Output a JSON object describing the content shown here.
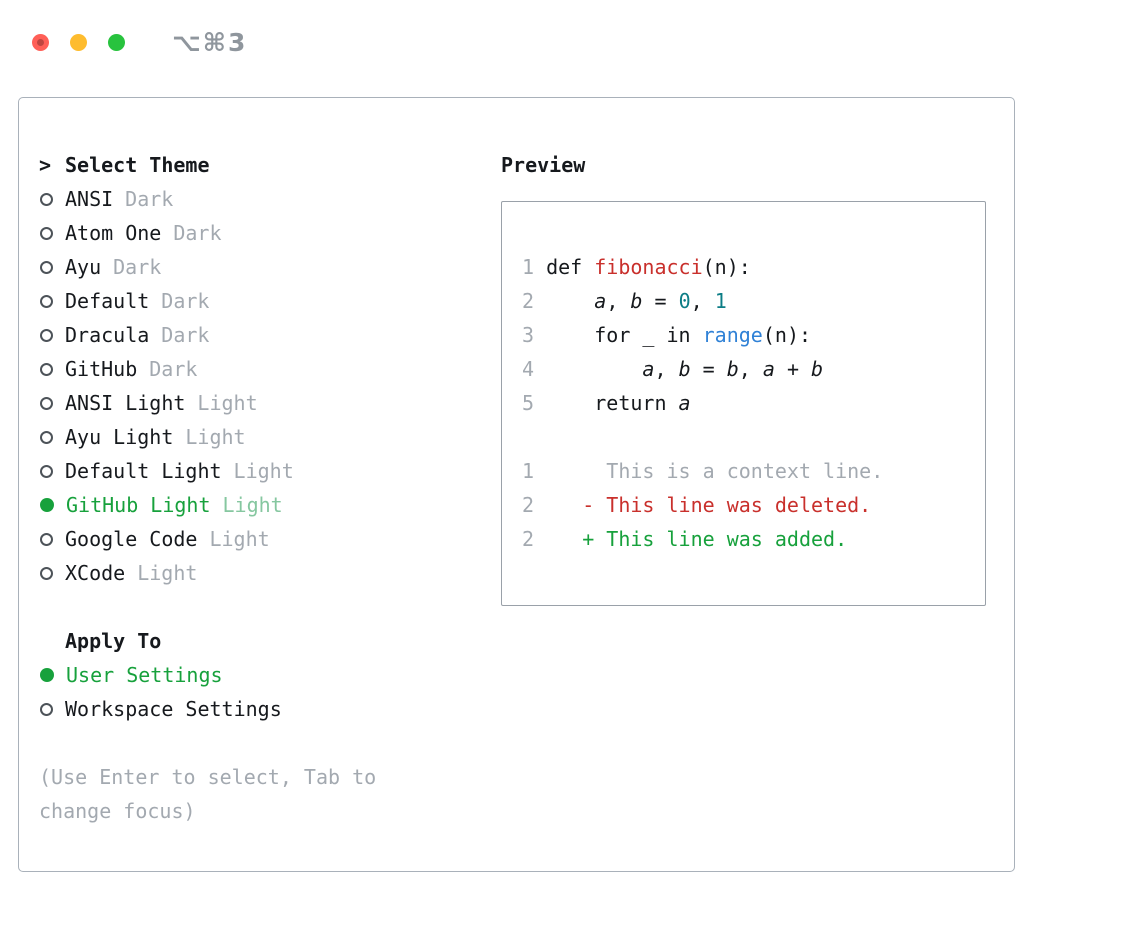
{
  "titlebar": {
    "shortcut": "⌥⌘3"
  },
  "theme_picker": {
    "title_prefix": ">",
    "title": "Select Theme",
    "items": [
      {
        "name": "ANSI",
        "variant": "Dark",
        "selected": false
      },
      {
        "name": "Atom One",
        "variant": "Dark",
        "selected": false
      },
      {
        "name": "Ayu",
        "variant": "Dark",
        "selected": false
      },
      {
        "name": "Default",
        "variant": "Dark",
        "selected": false
      },
      {
        "name": "Dracula",
        "variant": "Dark",
        "selected": false
      },
      {
        "name": "GitHub",
        "variant": "Dark",
        "selected": false
      },
      {
        "name": "ANSI Light",
        "variant": "Light",
        "selected": false
      },
      {
        "name": "Ayu Light",
        "variant": "Light",
        "selected": false
      },
      {
        "name": "Default Light",
        "variant": "Light",
        "selected": false
      },
      {
        "name": "GitHub Light",
        "variant": "Light",
        "selected": true
      },
      {
        "name": "Google Code",
        "variant": "Light",
        "selected": false
      },
      {
        "name": "XCode",
        "variant": "Light",
        "selected": false
      }
    ],
    "apply_to": {
      "title": "Apply To",
      "options": [
        {
          "label": "User Settings",
          "selected": true
        },
        {
          "label": "Workspace Settings",
          "selected": false
        }
      ]
    },
    "hint_lines": [
      "(Use Enter to select, Tab to",
      "change focus)"
    ]
  },
  "preview": {
    "title": "Preview",
    "code_lines": [
      {
        "tokens": [
          {
            "t": "1 ",
            "c": "gray"
          },
          {
            "t": "def ",
            "c": "text"
          },
          {
            "t": "fibonacci",
            "c": "red"
          },
          {
            "t": "(n):",
            "c": "text"
          }
        ]
      },
      {
        "tokens": [
          {
            "t": "2 ",
            "c": "gray"
          },
          {
            "t": "    ",
            "c": "text"
          },
          {
            "t": "a",
            "c": "var"
          },
          {
            "t": ", ",
            "c": "text"
          },
          {
            "t": "b",
            "c": "var"
          },
          {
            "t": " = ",
            "c": "text"
          },
          {
            "t": "0",
            "c": "teal"
          },
          {
            "t": ", ",
            "c": "text"
          },
          {
            "t": "1",
            "c": "teal"
          }
        ]
      },
      {
        "tokens": [
          {
            "t": "3 ",
            "c": "gray"
          },
          {
            "t": "    for _ in ",
            "c": "text"
          },
          {
            "t": "range",
            "c": "blue"
          },
          {
            "t": "(n):",
            "c": "text"
          }
        ]
      },
      {
        "tokens": [
          {
            "t": "4 ",
            "c": "gray"
          },
          {
            "t": "        ",
            "c": "text"
          },
          {
            "t": "a",
            "c": "var"
          },
          {
            "t": ", ",
            "c": "text"
          },
          {
            "t": "b",
            "c": "var"
          },
          {
            "t": " = ",
            "c": "text"
          },
          {
            "t": "b",
            "c": "var"
          },
          {
            "t": ", ",
            "c": "text"
          },
          {
            "t": "a",
            "c": "var"
          },
          {
            "t": " + ",
            "c": "text"
          },
          {
            "t": "b",
            "c": "var"
          }
        ]
      },
      {
        "tokens": [
          {
            "t": "5 ",
            "c": "gray"
          },
          {
            "t": "    return ",
            "c": "text"
          },
          {
            "t": "a",
            "c": "var"
          }
        ]
      },
      {
        "tokens": []
      },
      {
        "tokens": [
          {
            "t": "1 ",
            "c": "gray"
          },
          {
            "t": "     This is a context line.",
            "c": "gray"
          }
        ]
      },
      {
        "tokens": [
          {
            "t": "2 ",
            "c": "gray"
          },
          {
            "t": "   - This line was deleted.",
            "c": "red"
          }
        ]
      },
      {
        "tokens": [
          {
            "t": "2 ",
            "c": "gray"
          },
          {
            "t": "   + This line was added.",
            "c": "green"
          }
        ]
      }
    ]
  },
  "colors": {
    "accent_green": "#17a13c",
    "diff_red": "#c9302c",
    "keyword_blue": "#2f81d6",
    "number_teal": "#0c7d86",
    "muted_gray": "#a3a9b0"
  }
}
